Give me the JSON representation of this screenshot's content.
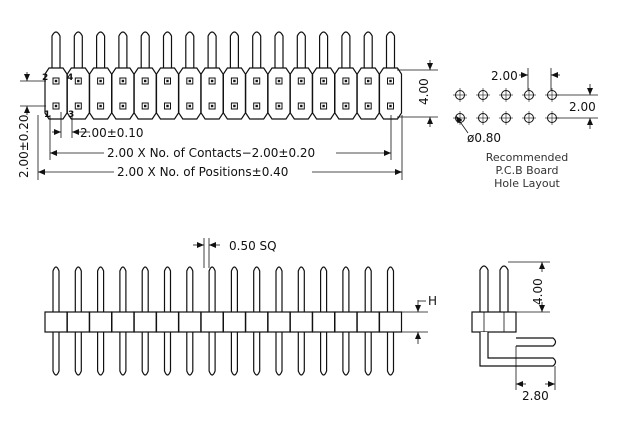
{
  "top_view": {
    "pin_numbers": [
      "2",
      "4",
      "1",
      "3"
    ],
    "dim_pitch": "2.00±0.10",
    "dim_contacts": "2.00 X No. of Contacts−2.00±0.20",
    "dim_positions": "2.00 X No. of Positions±0.40",
    "dim_row_pitch": "2.00±0.20",
    "dim_height": "4.00"
  },
  "pcb_layout": {
    "dim_x": "2.00",
    "dim_y": "2.00",
    "dim_hole": "ø0.80",
    "caption": [
      "Recommended",
      "P.C.B Board",
      "Hole Layout"
    ]
  },
  "front_view": {
    "dim_square": "0.50 SQ",
    "dim_height_label": "H"
  },
  "side_view": {
    "dim_tail": "4.00",
    "dim_offset": "2.80"
  },
  "pin_count": 16
}
